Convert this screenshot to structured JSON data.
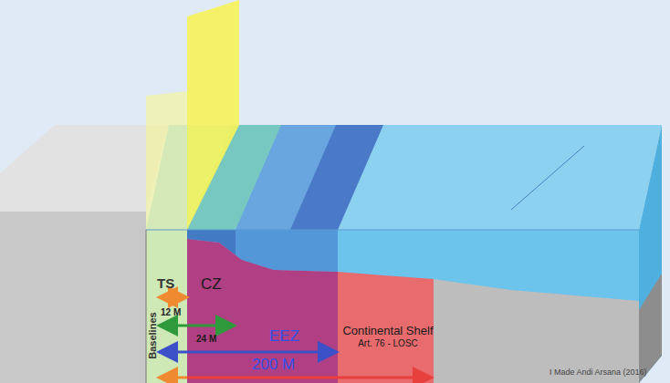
{
  "diagram": {
    "nodes": [
      {
        "text": [
          "Continental Shelf",
          "Art. 76 - LOSC"
        ]
      }
    ],
    "labels": [
      "TS",
      "12 M",
      "CZ",
      "24 M",
      "EEZ",
      "200 M",
      "Baselines",
      "I Made Andi Arsana (2016)"
    ]
  }
}
